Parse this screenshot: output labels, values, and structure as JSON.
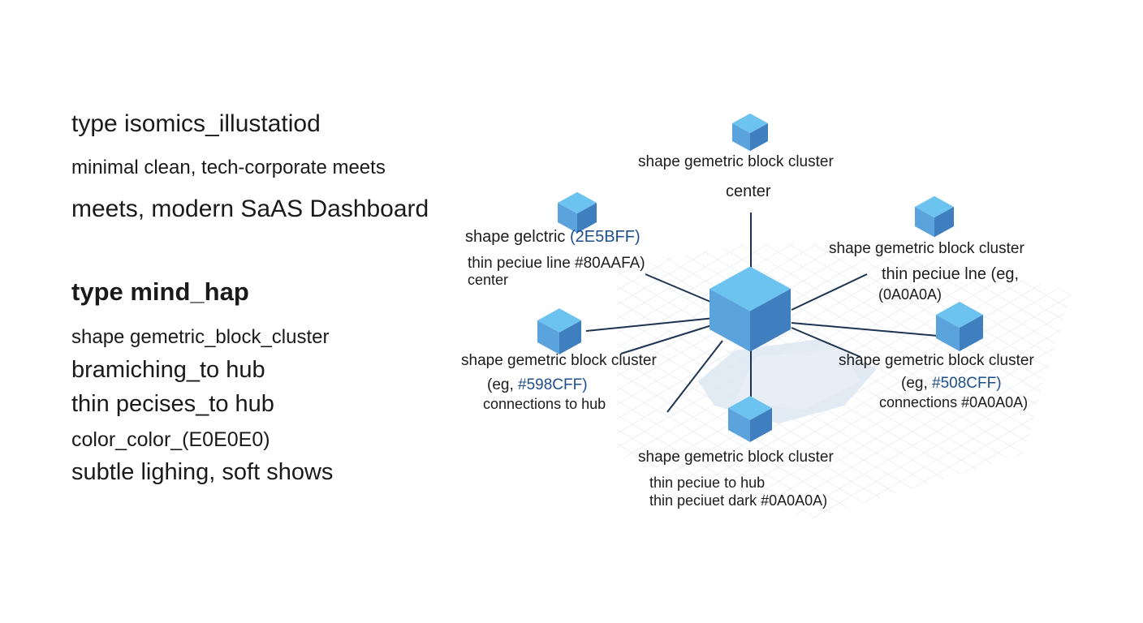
{
  "left_panel": {
    "lines": [
      "type isomics_illustatiod",
      "minimal clean, tech-corporate meets",
      "meets, modern SaAS Dashboard",
      "type mind_hap",
      "shape gemetric_block_cluster",
      "bramiching_to hub",
      "thin pecises_to hub",
      "color_color_(E0E0E0)",
      "subtle lighing, soft shows"
    ]
  },
  "diagram": {
    "colors": {
      "block_top": "#6cc3ef",
      "block_left": "#5aa3dd",
      "block_right": "#3f7fbf",
      "connector": "#1e3350",
      "grid": "#d7dde5",
      "shadow": "#dde6f1",
      "accent_text": "#1f4f8a"
    },
    "nodes": {
      "top": {
        "label": "shape gemetric block cluster",
        "sub": "center"
      },
      "upper_left": {
        "label_main": "shape gelctric",
        "label_accent": "(2E5BFF)",
        "line2": "thin peciue line #80AAFA)",
        "line3": "center"
      },
      "upper_right": {
        "label": "shape gemetric block cluster",
        "line2": "thin peciue lne (eg,",
        "line3": "(0A0A0A)"
      },
      "left": {
        "label": "shape gemetric block cluster",
        "line2_main": "(eg,",
        "line2_accent": "#598CFF)",
        "line3": "connections to hub"
      },
      "right": {
        "label": "shape gemetric block cluster",
        "line2_main": "(eg,",
        "line2_accent": "#508CFF)",
        "line3": "connections #0A0A0A)"
      },
      "bottom": {
        "label": "shape gemetric block cluster",
        "line2": "thin peciue to hub",
        "line3": "thin peciuet dark #0A0A0A)"
      }
    }
  }
}
